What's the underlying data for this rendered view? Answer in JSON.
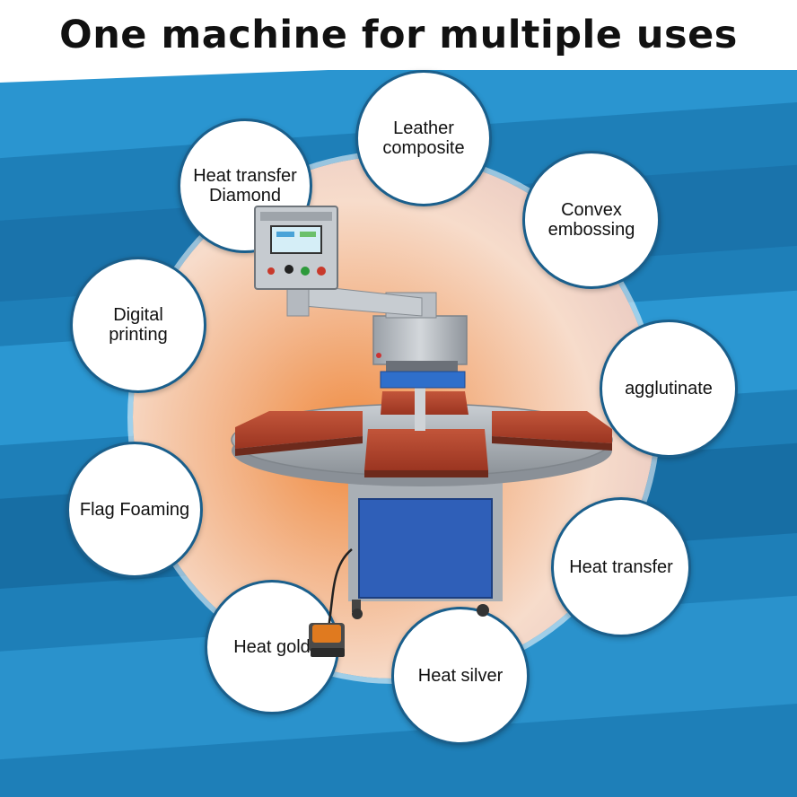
{
  "title": "One machine for multiple uses",
  "colors": {
    "background": "#1e7fb8",
    "band_light": "#2a95d0",
    "band_dark": "#176ea4",
    "bubble_border": "#1a5f8c",
    "platen": "#b5432b",
    "cabinet": "#2f5fb8",
    "machine_grey": "#b7bcc2"
  },
  "uses": [
    {
      "lines": [
        "Heat transfer",
        "Diamond"
      ]
    },
    {
      "lines": [
        "Leather",
        "composite"
      ]
    },
    {
      "lines": [
        "Convex",
        "embossing"
      ]
    },
    {
      "lines": [
        "Digital printing"
      ]
    },
    {
      "lines": [
        "agglutinate"
      ]
    },
    {
      "lines": [
        "Flag Foaming"
      ]
    },
    {
      "lines": [
        "Heat transfer"
      ]
    },
    {
      "lines": [
        "Heat gold"
      ]
    },
    {
      "lines": [
        "Heat silver"
      ]
    }
  ]
}
